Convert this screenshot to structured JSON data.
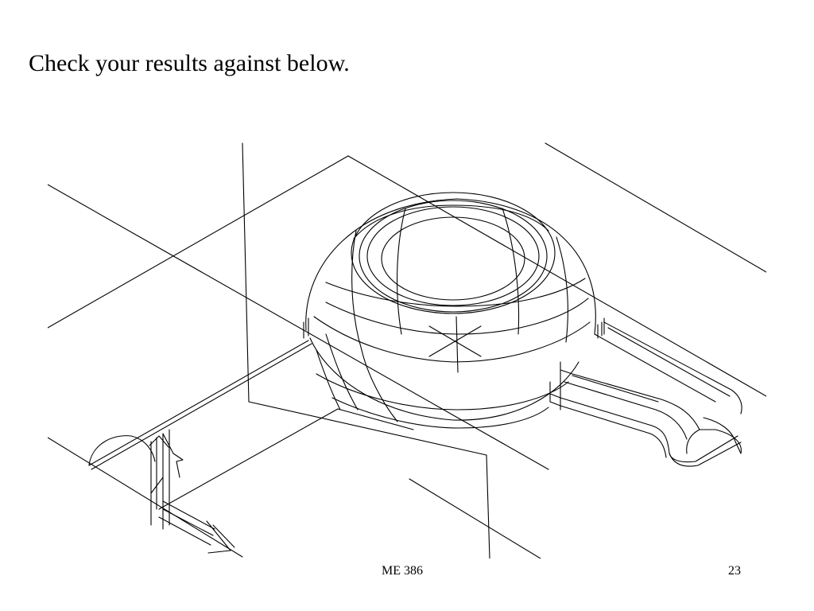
{
  "slide": {
    "title": "Check your results against below.",
    "footer": {
      "course": "ME 386",
      "page_number": "23"
    }
  },
  "figure": {
    "kind": "cad-wireframe-isometric",
    "subject": "bowl-with-handle-mold",
    "stroke_color": "#000000",
    "background_color": "#ffffff"
  }
}
